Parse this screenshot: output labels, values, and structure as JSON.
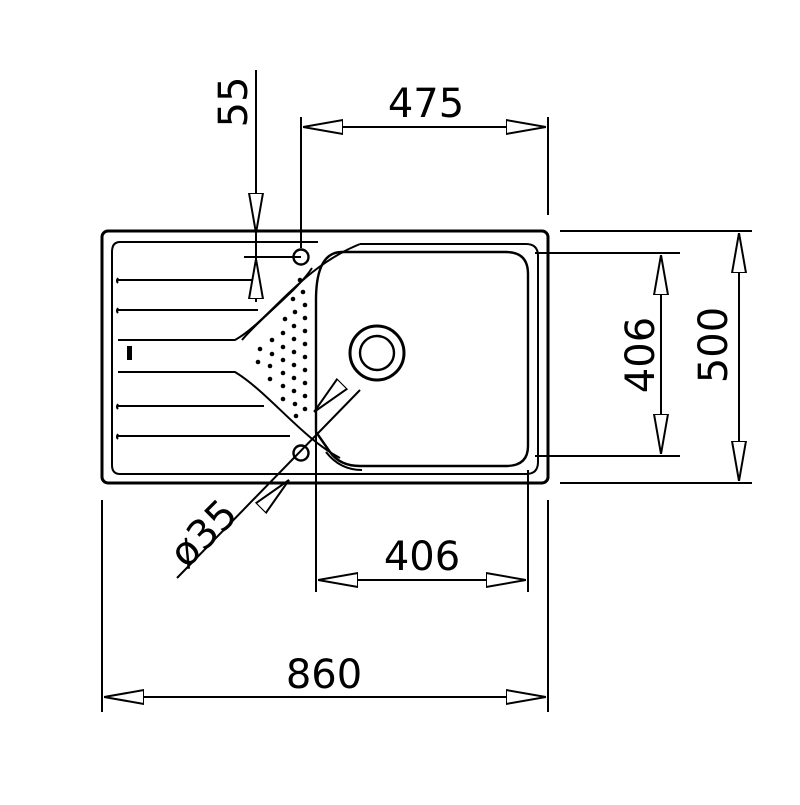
{
  "drawing": {
    "dimensions": {
      "overall_width": "860",
      "overall_depth": "500",
      "bowl_width": "406",
      "bowl_depth": "406",
      "tap_hole_offset": "475",
      "edge_offset": "55",
      "tap_hole_diameter": "ø35"
    },
    "colors": {
      "line": "#000000",
      "background": "#ffffff"
    }
  }
}
